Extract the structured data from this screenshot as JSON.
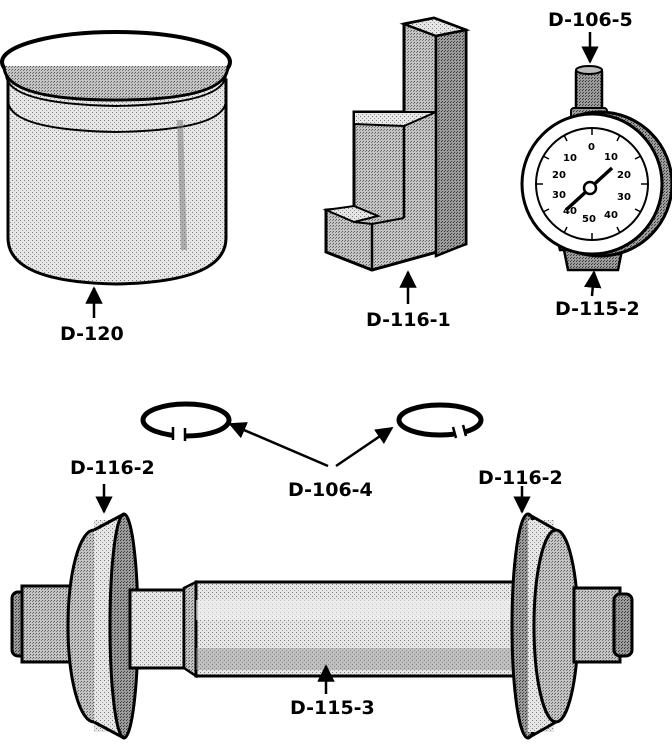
{
  "labels": {
    "d120": "D-120",
    "d116_1": "D-116-1",
    "d106_5": "D-106-5",
    "d115_2": "D-115-2",
    "d106_4": "D-106-4",
    "d116_2_left": "D-116-2",
    "d116_2_right": "D-116-2",
    "d115_3": "D-115-3"
  },
  "gauge": {
    "dial_numbers": [
      "0",
      "10",
      "10",
      "20",
      "20",
      "30",
      "30",
      "40",
      "40",
      "50"
    ]
  },
  "colors": {
    "ink": "#000000",
    "stipple_light": "#dcdcdc",
    "stipple_dark": "#8a8a8a",
    "paper": "#ffffff"
  }
}
